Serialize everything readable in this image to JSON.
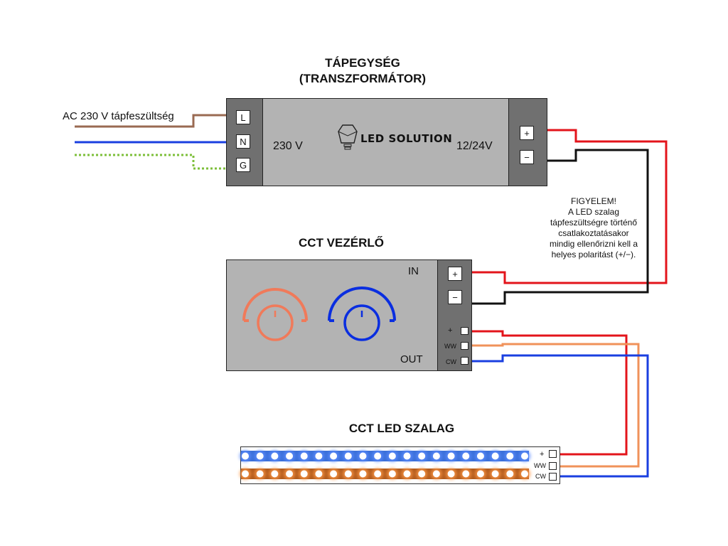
{
  "power_supply": {
    "title_line1": "TÁPEGYSÉG",
    "title_line2": "(TRANSZFORMÁTOR)",
    "input_terminals": [
      "L",
      "N",
      "G"
    ],
    "output_terminals": [
      "+",
      "−"
    ],
    "input_voltage_label": "230 V",
    "output_voltage_label": "12/24V",
    "logo_text": "LED SOLUTION"
  },
  "mains": {
    "label": "AC 230 V tápfeszültség"
  },
  "warning": {
    "lines": [
      "FIGYELEM!",
      "A LED szalag",
      "tápfeszültségre történő",
      "csatlakoztatásakor",
      "mindig ellenőrizni kell a",
      "helyes polaritást (+/−)."
    ]
  },
  "controller": {
    "title": "CCT VEZÉRLŐ",
    "in_label": "IN",
    "out_label": "OUT",
    "in_terminals": [
      "+",
      "−"
    ],
    "out_terminals": [
      "+",
      "WW",
      "CW"
    ],
    "knobs": [
      "warm-white-knob",
      "cold-white-knob"
    ]
  },
  "strip": {
    "title": "CCT LED SZALAG",
    "terminals": [
      "+",
      "WW",
      "CW"
    ],
    "led_count_per_row": 20
  },
  "colors": {
    "live_brown": "#9a6a52",
    "neutral_blue": "#1a3fe0",
    "ground_green": "#7dbf3a",
    "positive_red": "#e3141b",
    "negative_black": "#111111",
    "warm_orange": "#f0925a",
    "cold_blue": "#1a3fe0",
    "knob_warm": "#f07a5a",
    "knob_cold": "#0a2ee0"
  }
}
